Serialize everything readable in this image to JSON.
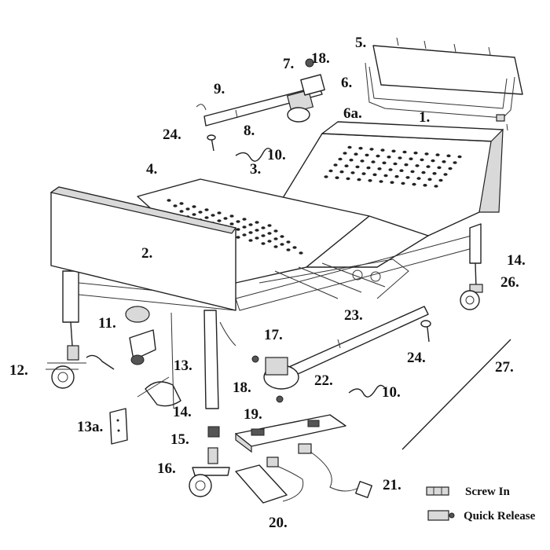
{
  "callouts": {
    "c1": "1.",
    "c2": "2.",
    "c3": "3.",
    "c4": "4.",
    "c5": "5.",
    "c6": "6.",
    "c6a": "6a.",
    "c7": "7.",
    "c8": "8.",
    "c9": "9.",
    "c10a": "10.",
    "c10b": "10.",
    "c11": "11.",
    "c12": "12.",
    "c13": "13.",
    "c13a": "13a.",
    "c14a": "14.",
    "c14b": "14.",
    "c15": "15.",
    "c16": "16.",
    "c17": "17.",
    "c18a": "18.",
    "c18b": "18.",
    "c19": "19.",
    "c20": "20.",
    "c21": "21.",
    "c22": "22.",
    "c23": "23.",
    "c24a": "24.",
    "c24b": "24.",
    "c26": "26.",
    "c27": "27."
  },
  "legend": {
    "screw_in": "Screw In",
    "quick_release": "Quick Release"
  }
}
